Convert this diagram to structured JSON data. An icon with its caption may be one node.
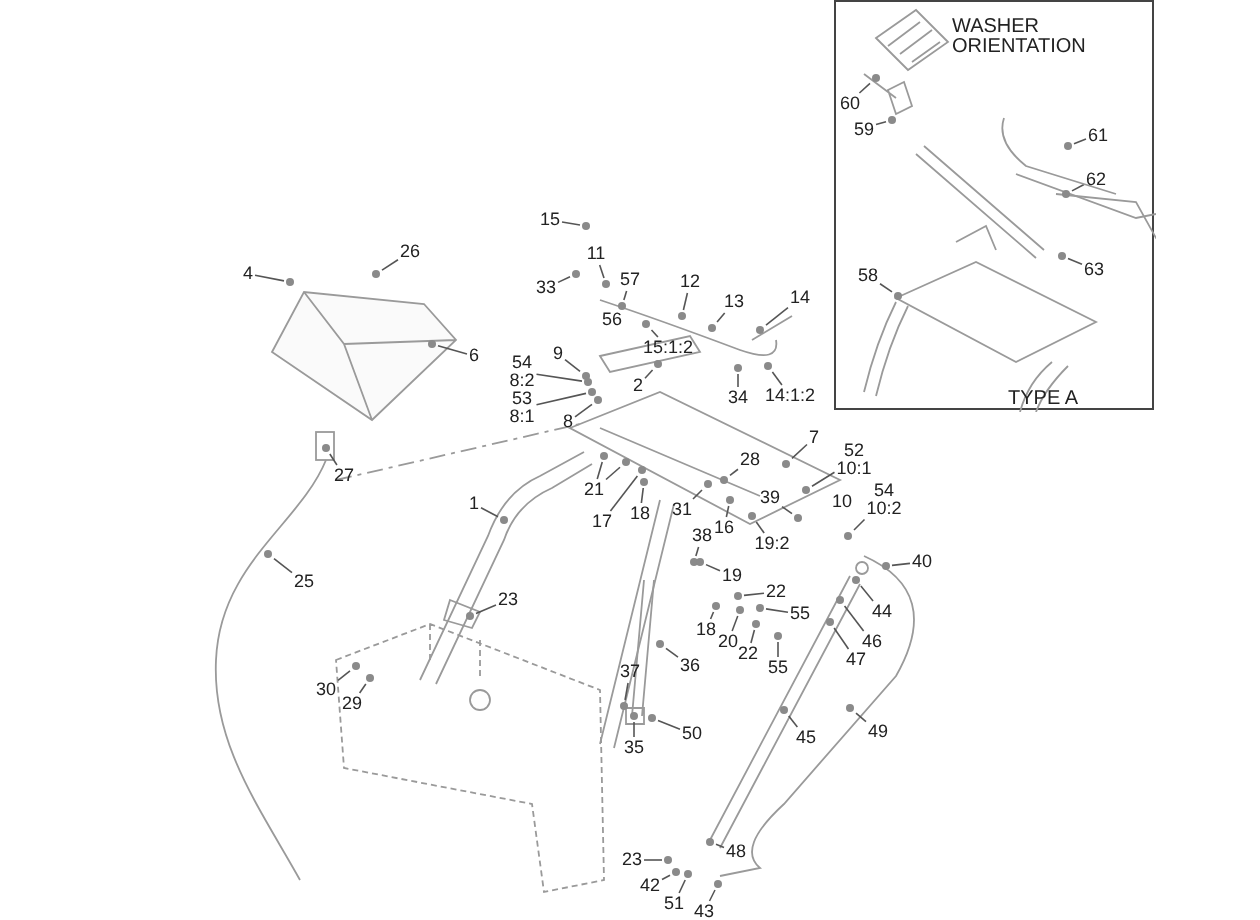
{
  "diagram": {
    "nodes": [
      {
        "text": [
          "WASHER ORIENTATION",
          "TYPE A"
        ]
      },
      {
        "text": [
          "60"
        ],
        "in": 0
      },
      {
        "text": [
          "59"
        ],
        "in": 0
      },
      {
        "text": [
          "61"
        ],
        "in": 0
      },
      {
        "text": [
          "62"
        ],
        "in": 0
      },
      {
        "text": [
          "63"
        ],
        "in": 0
      },
      {
        "text": [
          "58"
        ],
        "in": 0
      },
      {
        "text": [
          "4"
        ]
      },
      {
        "text": [
          "26"
        ]
      },
      {
        "text": [
          "6"
        ]
      },
      {
        "text": [
          "15"
        ]
      },
      {
        "text": [
          "11"
        ]
      },
      {
        "text": [
          "33"
        ]
      },
      {
        "text": [
          "57"
        ]
      },
      {
        "text": [
          "56"
        ]
      },
      {
        "text": [
          "12"
        ]
      },
      {
        "text": [
          "13"
        ]
      },
      {
        "text": [
          "14"
        ]
      },
      {
        "text": [
          "54 8:2"
        ]
      },
      {
        "text": [
          "9"
        ]
      },
      {
        "text": [
          "2"
        ]
      },
      {
        "text": [
          "15:1:2"
        ]
      },
      {
        "text": [
          "53 8:1"
        ]
      },
      {
        "text": [
          "8"
        ]
      },
      {
        "text": [
          "34"
        ]
      },
      {
        "text": [
          "14:1:2"
        ]
      },
      {
        "text": [
          "27"
        ]
      },
      {
        "text": [
          "1"
        ]
      },
      {
        "text": [
          "21"
        ]
      },
      {
        "text": [
          "17"
        ]
      },
      {
        "text": [
          "18"
        ]
      },
      {
        "text": [
          "28"
        ]
      },
      {
        "text": [
          "7"
        ]
      },
      {
        "text": [
          "52 10:1"
        ]
      },
      {
        "text": [
          "10"
        ]
      },
      {
        "text": [
          "54 10:2"
        ]
      },
      {
        "text": [
          "31"
        ]
      },
      {
        "text": [
          "16"
        ]
      },
      {
        "text": [
          "39"
        ]
      },
      {
        "text": [
          "19:2"
        ]
      },
      {
        "text": [
          "38"
        ]
      },
      {
        "text": [
          "19"
        ]
      },
      {
        "text": [
          "22"
        ]
      },
      {
        "text": [
          "55"
        ]
      },
      {
        "text": [
          "25"
        ]
      },
      {
        "text": [
          "23"
        ]
      },
      {
        "text": [
          "18"
        ]
      },
      {
        "text": [
          "20"
        ]
      },
      {
        "text": [
          "22"
        ]
      },
      {
        "text": [
          "55"
        ]
      },
      {
        "text": [
          "40"
        ]
      },
      {
        "text": [
          "44"
        ]
      },
      {
        "text": [
          "46"
        ]
      },
      {
        "text": [
          "47"
        ]
      },
      {
        "text": [
          "30"
        ]
      },
      {
        "text": [
          "29"
        ]
      },
      {
        "text": [
          "37"
        ]
      },
      {
        "text": [
          "36"
        ]
      },
      {
        "text": [
          "35"
        ]
      },
      {
        "text": [
          "50"
        ]
      },
      {
        "text": [
          "45"
        ]
      },
      {
        "text": [
          "49"
        ]
      },
      {
        "text": [
          "48"
        ]
      },
      {
        "text": [
          "23"
        ]
      },
      {
        "text": [
          "42"
        ]
      },
      {
        "text": [
          "51"
        ]
      },
      {
        "text": [
          "43"
        ]
      },
      {
        "text": [],
        "shape": "circle",
        "in": 0
      },
      {
        "text": [],
        "shape": "circle",
        "in": 0
      },
      {
        "text": [],
        "shape": "circle",
        "in": 0
      },
      {
        "text": [],
        "shape": "circle",
        "in": 0
      },
      {
        "text": [],
        "shape": "circle",
        "in": 0
      },
      {
        "text": [],
        "shape": "circle",
        "in": 0
      },
      {
        "text": [],
        "shape": "circle"
      },
      {
        "text": [],
        "shape": "circle"
      },
      {
        "text": [],
        "shape": "circle"
      },
      {
        "text": [],
        "shape": "circle"
      },
      {
        "text": [],
        "shape": "circle"
      },
      {
        "text": [],
        "shape": "circle"
      },
      {
        "text": [],
        "shape": "circle"
      },
      {
        "text": [],
        "shape": "circle"
      },
      {
        "text": [],
        "shape": "circle"
      },
      {
        "text": [],
        "shape": "circle"
      },
      {
        "text": [],
        "shape": "circle"
      },
      {
        "text": [],
        "shape": "circle"
      },
      {
        "text": [],
        "shape": "circle"
      },
      {
        "text": [],
        "shape": "circle"
      },
      {
        "text": [],
        "shape": "circle"
      },
      {
        "text": [],
        "shape": "circle"
      },
      {
        "text": [],
        "shape": "circle"
      },
      {
        "text": [],
        "shape": "circle"
      },
      {
        "text": [],
        "shape": "circle"
      },
      {
        "text": [],
        "shape": "circle"
      },
      {
        "text": [],
        "shape": "circle"
      },
      {
        "text": [],
        "shape": "circle"
      },
      {
        "text": [],
        "shape": "circle"
      },
      {
        "text": [],
        "shape": "circle"
      },
      {
        "text": [],
        "shape": "circle"
      },
      {
        "text": [],
        "shape": "circle"
      },
      {
        "text": [],
        "shape": "circle"
      },
      {
        "text": [],
        "shape": "circle"
      },
      {
        "text": [],
        "shape": "circle"
      },
      {
        "text": [],
        "shape": "circle"
      },
      {
        "text": [],
        "shape": "circle"
      },
      {
        "text": [],
        "shape": "circle"
      },
      {
        "text": [],
        "shape": "circle"
      },
      {
        "text": [],
        "shape": "circle"
      },
      {
        "text": [],
        "shape": "circle"
      },
      {
        "text": [],
        "shape": "circle"
      },
      {
        "text": [],
        "shape": "circle"
      },
      {
        "text": [],
        "shape": "circle"
      },
      {
        "text": [],
        "shape": "circle"
      },
      {
        "text": [],
        "shape": "circle"
      },
      {
        "text": [],
        "shape": "circle"
      },
      {
        "text": [],
        "shape": "circle"
      },
      {
        "text": [],
        "shape": "circle"
      },
      {
        "text": [],
        "shape": "circle"
      },
      {
        "text": [],
        "shape": "circle"
      },
      {
        "text": [],
        "shape": "circle"
      },
      {
        "text": [],
        "shape": "circle"
      },
      {
        "text": [],
        "shape": "circle"
      },
      {
        "text": [],
        "shape": "circle"
      },
      {
        "text": [],
        "shape": "circle"
      },
      {
        "text": [],
        "shape": "circle"
      },
      {
        "text": [],
        "shape": "circle"
      },
      {
        "text": [],
        "shape": "circle"
      },
      {
        "text": [],
        "shape": "circle"
      },
      {
        "text": [],
        "shape": "circle"
      },
      {
        "text": [],
        "shape": "circle"
      },
      {
        "text": [],
        "shape": "circle"
      },
      {
        "text": [],
        "shape": "circle"
      },
      {
        "text": [],
        "shape": "circle"
      }
    ],
    "edges": [
      {
        "from": 1,
        "to": 67,
        "arrow": "none"
      },
      {
        "from": 2,
        "to": 68,
        "arrow": "none"
      },
      {
        "from": 3,
        "to": 69,
        "arrow": "none"
      },
      {
        "from": 4,
        "to": 70,
        "arrow": "none"
      },
      {
        "from": 5,
        "to": 71,
        "arrow": "none"
      },
      {
        "from": 6,
        "to": 72,
        "arrow": "none"
      },
      {
        "from": 7,
        "to": 73,
        "arrow": "none"
      },
      {
        "from": 8,
        "to": 74,
        "arrow": "none"
      },
      {
        "from": 9,
        "to": 75,
        "arrow": "none"
      },
      {
        "from": 10,
        "to": 76,
        "arrow": "none"
      },
      {
        "from": 11,
        "to": 77,
        "arrow": "none"
      },
      {
        "from": 12,
        "to": 78,
        "arrow": "none"
      },
      {
        "from": 13,
        "to": 79,
        "arrow": "none"
      },
      {
        "from": 15,
        "to": 80,
        "arrow": "none"
      },
      {
        "from": 16,
        "to": 81,
        "arrow": "none"
      },
      {
        "from": 17,
        "to": 82,
        "arrow": "none"
      },
      {
        "from": 18,
        "to": 83,
        "arrow": "none"
      },
      {
        "from": 19,
        "to": 84,
        "arrow": "none"
      },
      {
        "from": 20,
        "to": 85,
        "arrow": "none"
      },
      {
        "from": 21,
        "to": 86,
        "arrow": "none"
      },
      {
        "from": 22,
        "to": 87,
        "arrow": "none"
      },
      {
        "from": 23,
        "to": 88,
        "arrow": "none"
      },
      {
        "from": 24,
        "to": 89,
        "arrow": "none"
      },
      {
        "from": 25,
        "to": 90,
        "arrow": "none"
      },
      {
        "from": 26,
        "to": 91,
        "arrow": "none"
      },
      {
        "from": 27,
        "to": 92,
        "arrow": "none"
      },
      {
        "from": 28,
        "to": 93,
        "arrow": "none"
      },
      {
        "from": 28,
        "to": 94,
        "arrow": "none"
      },
      {
        "from": 29,
        "to": 95,
        "arrow": "none"
      },
      {
        "from": 30,
        "to": 96,
        "arrow": "none"
      },
      {
        "from": 31,
        "to": 97,
        "arrow": "none"
      },
      {
        "from": 32,
        "to": 98,
        "arrow": "none"
      },
      {
        "from": 33,
        "to": 99,
        "arrow": "none"
      },
      {
        "from": 35,
        "to": 100,
        "arrow": "none"
      },
      {
        "from": 36,
        "to": 101,
        "arrow": "none"
      },
      {
        "from": 37,
        "to": 102,
        "arrow": "none"
      },
      {
        "from": 38,
        "to": 103,
        "arrow": "none"
      },
      {
        "from": 39,
        "to": 104,
        "arrow": "none"
      },
      {
        "from": 40,
        "to": 105,
        "arrow": "none"
      },
      {
        "from": 41,
        "to": 106,
        "arrow": "none"
      },
      {
        "from": 42,
        "to": 107,
        "arrow": "none"
      },
      {
        "from": 43,
        "to": 108,
        "arrow": "none"
      },
      {
        "from": 44,
        "to": 109,
        "arrow": "none"
      },
      {
        "from": 45,
        "to": 110,
        "arrow": "none"
      },
      {
        "from": 46,
        "to": 111,
        "arrow": "none"
      },
      {
        "from": 47,
        "to": 112,
        "arrow": "none"
      },
      {
        "from": 48,
        "to": 113,
        "arrow": "none"
      },
      {
        "from": 49,
        "to": 114,
        "arrow": "none"
      },
      {
        "from": 50,
        "to": 115,
        "arrow": "none"
      },
      {
        "from": 51,
        "to": 116,
        "arrow": "none"
      },
      {
        "from": 52,
        "to": 117,
        "arrow": "none"
      },
      {
        "from": 53,
        "to": 118,
        "arrow": "none"
      },
      {
        "from": 54,
        "to": 119,
        "arrow": "none"
      },
      {
        "from": 55,
        "to": 120,
        "arrow": "none"
      },
      {
        "from": 56,
        "to": 121,
        "arrow": "none"
      },
      {
        "from": 57,
        "to": 122,
        "arrow": "none"
      },
      {
        "from": 58,
        "to": 123,
        "arrow": "none"
      },
      {
        "from": 59,
        "to": 124,
        "arrow": "none"
      },
      {
        "from": 60,
        "to": 125,
        "arrow": "none"
      },
      {
        "from": 61,
        "to": 126,
        "arrow": "none"
      },
      {
        "from": 62,
        "to": 127,
        "arrow": "none"
      },
      {
        "from": 63,
        "to": 128,
        "arrow": "none"
      },
      {
        "from": 64,
        "to": 129,
        "arrow": "none"
      },
      {
        "from": 65,
        "to": 130,
        "arrow": "none"
      },
      {
        "from": 66,
        "to": 131,
        "arrow": "none"
      }
    ]
  }
}
